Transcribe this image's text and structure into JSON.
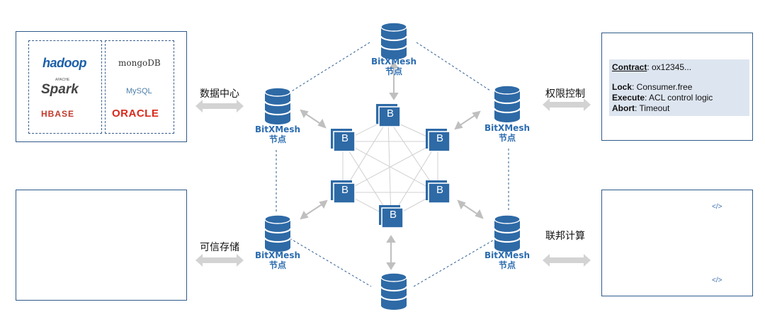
{
  "labels": {
    "data_center": "数据中心",
    "trusted_storage": "可信存储",
    "access_control": "权限控制",
    "federated_compute": "联邦计算"
  },
  "node": {
    "name": "BitXMesh",
    "suffix": "节点"
  },
  "block_letter": "B",
  "logos": {
    "hadoop": "hadoop",
    "spark_apache": "APACHE",
    "spark": "Spark",
    "hbase": "HBASE",
    "mongodb": "mongoDB",
    "mysql": "MySQL",
    "oracle": "ORACLE"
  },
  "contract": {
    "contract_key": "Contract",
    "contract_val": ": ox12345...",
    "lock_key": "Lock",
    "lock_val": ": Consumer.free",
    "execute_key": "Execute",
    "execute_val": ": ACL control logic",
    "abort_key": "Abort",
    "abort_val": ": Timeout"
  },
  "code_icon": "</>",
  "colors": {
    "primary_blue": "#2e6aa6",
    "panel_border": "#2f5a8a",
    "contract_bg": "#dde5f0",
    "db_gold": "#e8b84a",
    "db_green": "#78b35a",
    "db_steel": "#7b94b8",
    "oracle_red": "#d9291c",
    "mongo_green": "#4a9d3a",
    "arrow_gray": "#d3d3d3"
  }
}
